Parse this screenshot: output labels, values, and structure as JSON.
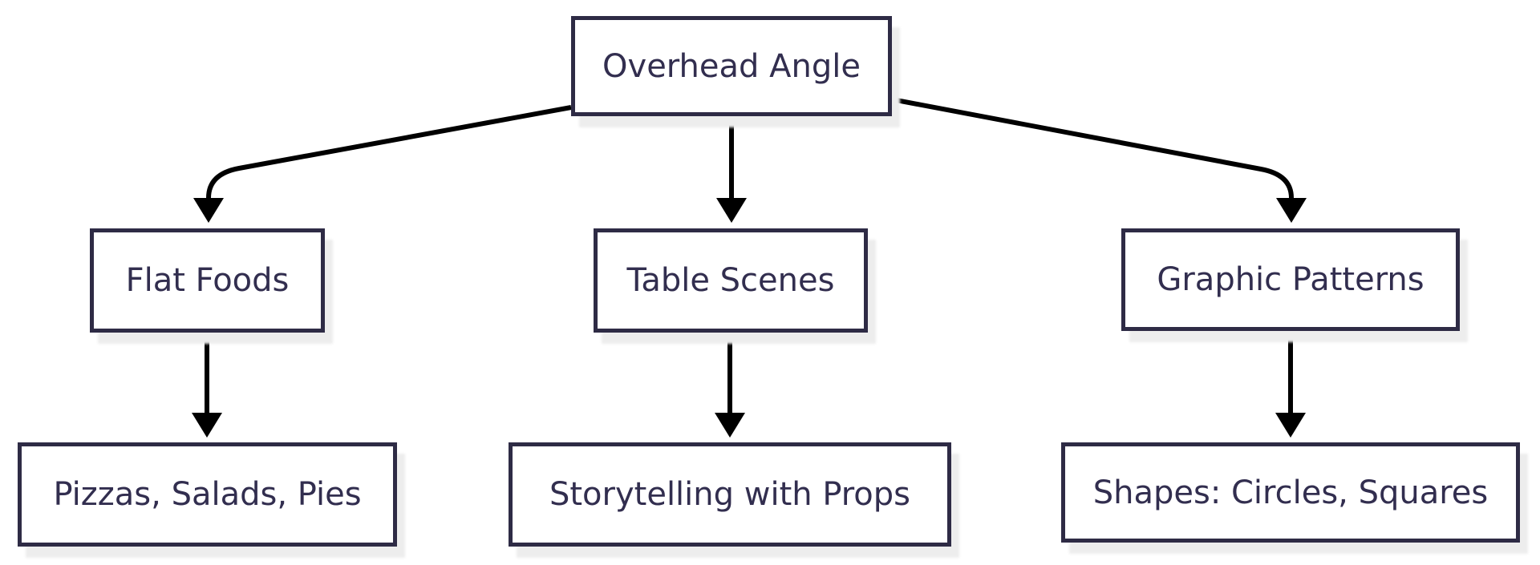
{
  "diagram": {
    "title": "Overhead Angle flowchart",
    "nodes": {
      "root": {
        "label": "Overhead Angle"
      },
      "flat_foods": {
        "label": "Flat Foods"
      },
      "table_scenes": {
        "label": "Table Scenes"
      },
      "graphic_patterns": {
        "label": "Graphic Patterns"
      },
      "pizzas": {
        "label": "Pizzas, Salads, Pies"
      },
      "storytelling": {
        "label": "Storytelling with Props"
      },
      "shapes": {
        "label": "Shapes: Circles, Squares"
      }
    },
    "edges": [
      {
        "from": "Overhead Angle",
        "to": "Flat Foods"
      },
      {
        "from": "Overhead Angle",
        "to": "Table Scenes"
      },
      {
        "from": "Overhead Angle",
        "to": "Graphic Patterns"
      },
      {
        "from": "Flat Foods",
        "to": "Pizzas, Salads, Pies"
      },
      {
        "from": "Table Scenes",
        "to": "Storytelling with Props"
      },
      {
        "from": "Graphic Patterns",
        "to": "Shapes: Circles, Squares"
      }
    ],
    "colors": {
      "node_border": "#2e2b45",
      "node_fill": "#ffffff",
      "node_text": "#322e4f",
      "arrow": "#000000",
      "shadow": "#ededed",
      "background": "#ffffff"
    }
  }
}
